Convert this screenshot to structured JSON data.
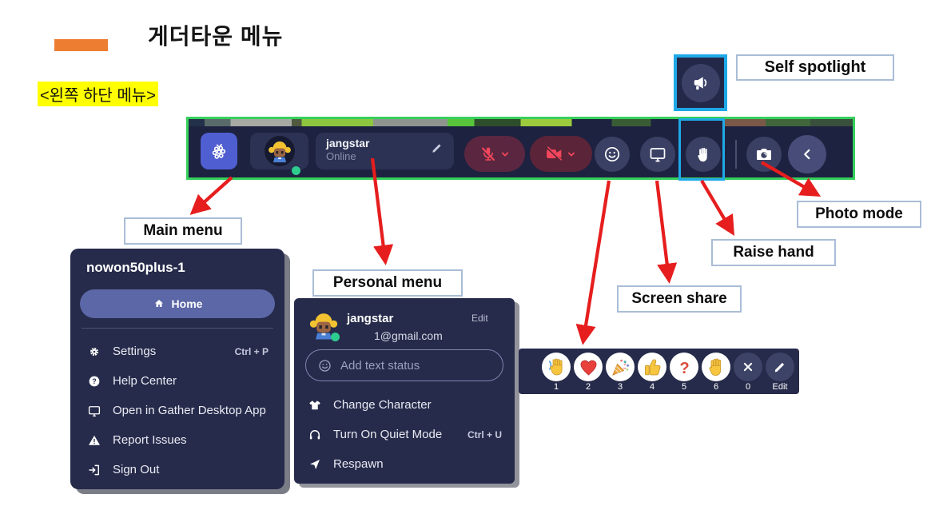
{
  "page": {
    "title": "게더타운 메뉴",
    "section_tag": "<왼쪽 하단 메뉴>"
  },
  "toolbar": {
    "user": {
      "name": "jangstar",
      "status": "Online"
    },
    "icons": [
      "gather-logo-icon",
      "avatar",
      "edit-pencil-icon",
      "mic-off-icon",
      "camera-off-icon",
      "smiley-icon",
      "screen-share-icon",
      "raise-hand-icon",
      "photo-mode-icon",
      "back-chevron-icon",
      "megaphone-icon"
    ]
  },
  "annotations": {
    "self_spotlight": "Self spotlight",
    "main_menu": "Main menu",
    "personal_menu": "Personal menu",
    "screen_share": "Screen share",
    "raise_hand": "Raise hand",
    "photo_mode": "Photo mode"
  },
  "main_menu": {
    "space_name": "nowon50plus-1",
    "home_label": "Home",
    "items": [
      {
        "label": "Settings",
        "shortcut": "Ctrl + P",
        "icon": "gear-icon"
      },
      {
        "label": "Help Center",
        "shortcut": "",
        "icon": "help-icon"
      },
      {
        "label": "Open in Gather Desktop App",
        "shortcut": "",
        "icon": "monitor-icon"
      },
      {
        "label": "Report Issues",
        "shortcut": "",
        "icon": "warning-icon"
      },
      {
        "label": "Sign Out",
        "shortcut": "",
        "icon": "sign-out-icon"
      }
    ]
  },
  "personal_menu": {
    "name": "jangstar",
    "email": "1@gmail.com",
    "edit_label": "Edit",
    "status_placeholder": "Add text status",
    "items": [
      {
        "label": "Change Character",
        "shortcut": "",
        "icon": "shirt-icon"
      },
      {
        "label": "Turn On Quiet Mode",
        "shortcut": "Ctrl + U",
        "icon": "headphones-icon"
      },
      {
        "label": "Respawn",
        "shortcut": "",
        "icon": "paper-plane-icon"
      }
    ]
  },
  "emoji_bar": {
    "slots": [
      {
        "key": "1",
        "icon": "wave-emoji"
      },
      {
        "key": "2",
        "icon": "heart-emoji"
      },
      {
        "key": "3",
        "icon": "party-popper-emoji"
      },
      {
        "key": "4",
        "icon": "thumbs-up-emoji"
      },
      {
        "key": "5",
        "icon": "question-mark-emoji"
      },
      {
        "key": "6",
        "icon": "raised-hand-emoji"
      },
      {
        "key": "0",
        "icon": "close-icon"
      },
      {
        "key": "Edit",
        "icon": "pencil-icon"
      }
    ]
  },
  "colors": {
    "toolbar_border_green": "#35d05c",
    "highlight_blue": "#1fa9e8",
    "arrow_red": "#e61e1e",
    "panel_navy": "#262b4b",
    "toolbar_navy": "#1d2240",
    "accent_indigo": "#4f5ed0",
    "muted_red": "#f4465c",
    "title_orange": "#ed7d31",
    "tag_yellow": "#ffff00",
    "online_green": "#2ecc8f"
  }
}
